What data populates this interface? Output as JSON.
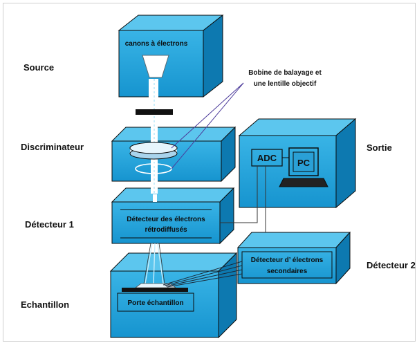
{
  "labels": {
    "source": "Source",
    "discriminateur": "Discriminateur",
    "detecteur1": "Détecteur 1",
    "echantillon": "Echantillon",
    "sortie": "Sortie",
    "detecteur2": "Détecteur 2"
  },
  "inner": {
    "canons": "canons à électrons",
    "bobine_line1": "Bobine de balayage et",
    "bobine_line2": "une lentille objectif",
    "det1_line1": "Détecteur des électrons",
    "det1_line2": "rétrodiffusés",
    "det2_line1": "Détecteur d’ électrons",
    "det2_line2": "secondaires",
    "porte": "Porte échantillon",
    "adc": "ADC",
    "pc": "PC"
  },
  "colors": {
    "box_front": "#23a3dc",
    "box_top": "#5cc6ee",
    "box_side": "#0d79b0",
    "edge": "#0b0b0b",
    "beam": "#ffffff",
    "pointer_line": "#4b3a9a"
  }
}
